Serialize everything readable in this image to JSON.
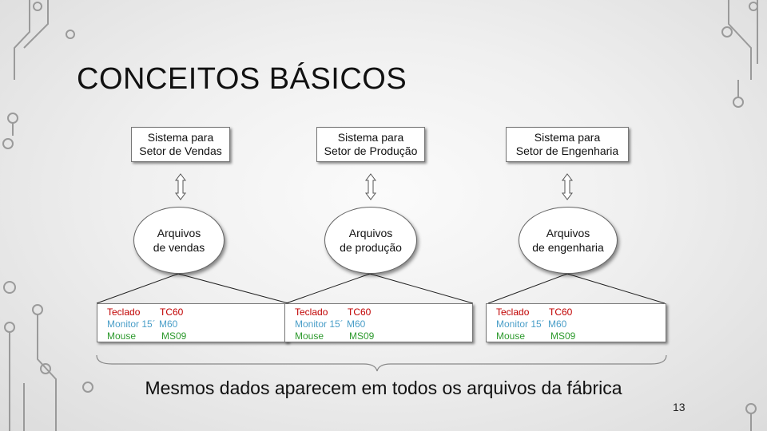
{
  "slide": {
    "title": "CONCEITOS BÁSICOS",
    "page_number": "13",
    "footer_text": "Mesmos dados aparecem em todos os arquivos da fábrica"
  },
  "systems": [
    {
      "line1": "Sistema para",
      "line2": "Setor de Vendas"
    },
    {
      "line1": "Sistema para",
      "line2": "Setor de Produção"
    },
    {
      "line1": "Sistema para",
      "line2": "Setor de Engenharia"
    }
  ],
  "files": [
    {
      "line1": "Arquivos",
      "line2": "de vendas"
    },
    {
      "line1": "Arquivos",
      "line2": "de produção"
    },
    {
      "line1": "Arquivos",
      "line2": "de engenharia"
    }
  ],
  "records": [
    {
      "teclado": {
        "name": "Teclado",
        "code": "TC60"
      },
      "monitor": {
        "name": "Monitor 15´",
        "code": "M60"
      },
      "mouse": {
        "name": "Mouse",
        "code": "MS09"
      }
    },
    {
      "teclado": {
        "name": "Teclado",
        "code": "TC60"
      },
      "monitor": {
        "name": "Monitor 15´",
        "code": "M60"
      },
      "mouse": {
        "name": "Mouse",
        "code": "MS09"
      }
    },
    {
      "teclado": {
        "name": "Teclado",
        "code": "TC60"
      },
      "monitor": {
        "name": "Monitor 15´",
        "code": "M60"
      },
      "mouse": {
        "name": "Mouse",
        "code": "MS09"
      }
    }
  ],
  "colors": {
    "teclado": "#c00000",
    "monitor": "#4a9ec8",
    "mouse": "#2e9a2e",
    "circuit": "#9a9a9a"
  }
}
